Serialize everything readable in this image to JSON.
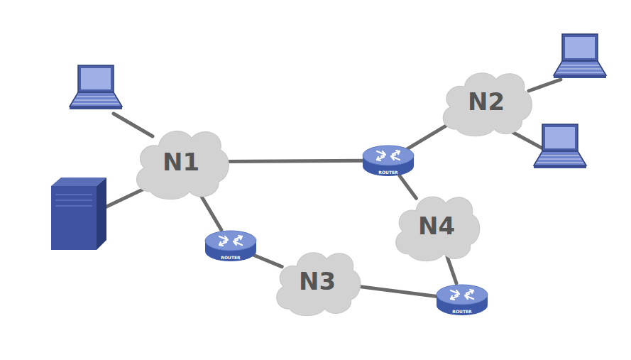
{
  "diagram": {
    "nodes": [
      {
        "text": [
          "N1"
        ]
      },
      {
        "text": [
          "N2"
        ]
      },
      {
        "text": [
          "ROUTER"
        ]
      },
      {
        "text": [
          "N4"
        ]
      },
      {
        "text": [
          "ROUTER"
        ]
      },
      {
        "text": [
          "N3"
        ]
      },
      {
        "text": [
          "ROUTER"
        ]
      }
    ],
    "edges": [
      {
        "from": 0,
        "to": 2,
        "arrow": "none"
      },
      {
        "from": 2,
        "to": 1,
        "arrow": "none"
      },
      {
        "from": 2,
        "to": 3,
        "arrow": "none"
      },
      {
        "from": 0,
        "to": 4,
        "arrow": "none"
      },
      {
        "from": 4,
        "to": 5,
        "arrow": "none"
      },
      {
        "from": 5,
        "to": 6,
        "arrow": "none"
      },
      {
        "from": 6,
        "to": 3,
        "arrow": "none"
      }
    ]
  }
}
